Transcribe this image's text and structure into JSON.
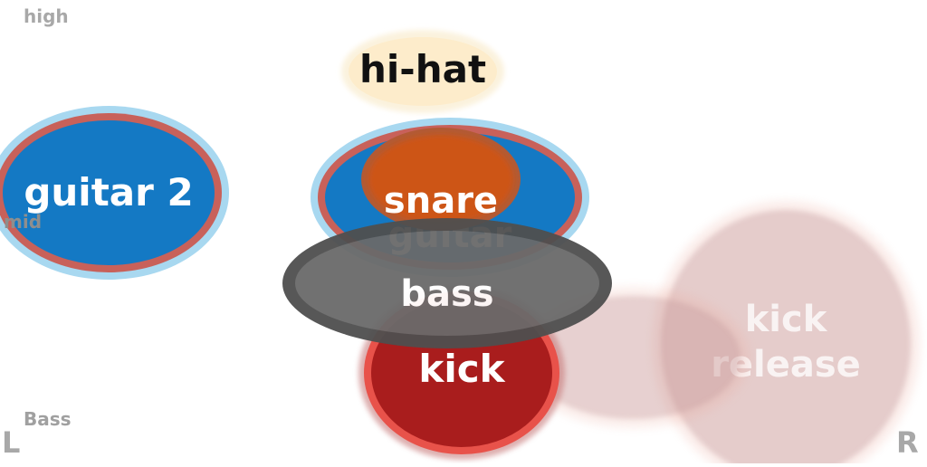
{
  "axes": {
    "high": "high",
    "mid": "mid",
    "bass": "Bass",
    "left": "L",
    "right": "R"
  },
  "instruments": [
    {
      "id": "kick-release",
      "label": "kick release",
      "fill": "#c79898",
      "ring": "#eaa596",
      "style": "faded"
    },
    {
      "id": "kick-tail",
      "label": "",
      "fill": "#c79898",
      "ring": "#eaa596",
      "style": "faded"
    },
    {
      "id": "kick",
      "label": "kick",
      "fill": "#a91d1d",
      "ring": "#e8524a",
      "style": "solid"
    },
    {
      "id": "guitar-2",
      "label": "guitar 2",
      "fill": "#1479c4",
      "ring": "#c8615a",
      "halo": "#a8d8f0",
      "style": "solid"
    },
    {
      "id": "guitar",
      "label": "guitar",
      "fill": "#1479c4",
      "ring": "#c8615a",
      "halo": "#a8d8f0",
      "style": "solid"
    },
    {
      "id": "snare",
      "label": "snare",
      "fill": "#cd5419",
      "ring": "#b35a34",
      "style": "solid"
    },
    {
      "id": "bass",
      "label": "bass",
      "fill": "#6a6a6a",
      "ring": "#4f4f4f",
      "style": "solid"
    },
    {
      "id": "hi-hat",
      "label": "hi-hat",
      "fill": "#fdeccb",
      "ring": "#fbf2dd",
      "style": "light"
    }
  ]
}
